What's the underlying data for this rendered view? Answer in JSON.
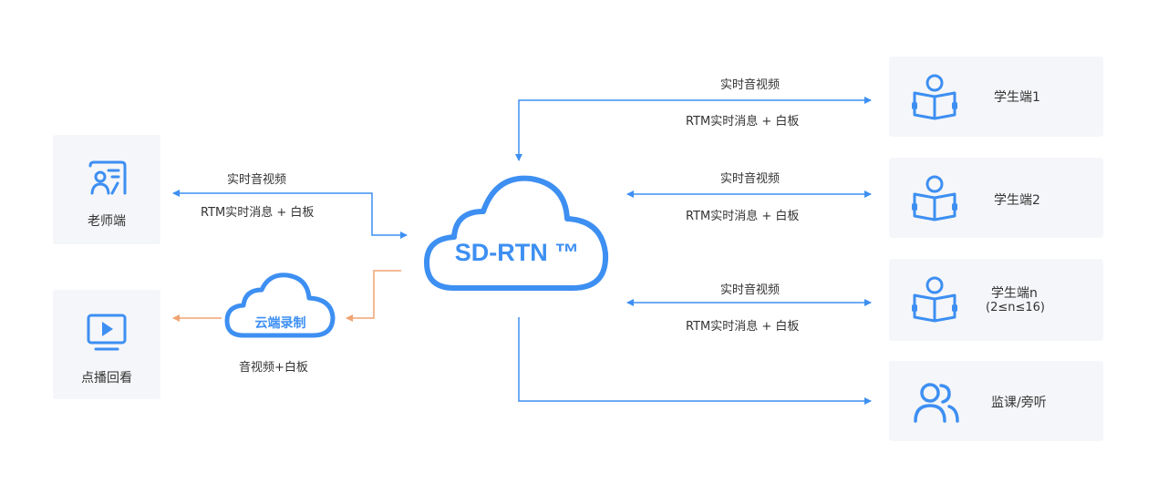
{
  "colors": {
    "blue": "#3d8ff2",
    "orange": "#f0a472",
    "box": "#f5f6f9",
    "text": "#333333"
  },
  "center_cloud": {
    "label": "SD-RTN ™",
    "icon": "cloud-icon"
  },
  "record_cloud": {
    "label": "云端录制",
    "caption": "音视频+白板",
    "icon": "cloud-icon"
  },
  "teacher": {
    "label": "老师端",
    "icon": "teacher-board-icon"
  },
  "playback": {
    "label": "点播回看",
    "icon": "video-play-icon"
  },
  "students": [
    {
      "label": "学生端1",
      "icon": "student-reading-icon"
    },
    {
      "label": "学生端2",
      "icon": "student-reading-icon"
    },
    {
      "label": "学生端n",
      "sublabel": "(2≤n≤16)",
      "icon": "student-reading-icon"
    }
  ],
  "monitor": {
    "label": "监课/旁听",
    "icon": "users-icon"
  },
  "edge_labels": {
    "av": "实时音视频",
    "rtm": "RTM实时消息 + 白板"
  }
}
